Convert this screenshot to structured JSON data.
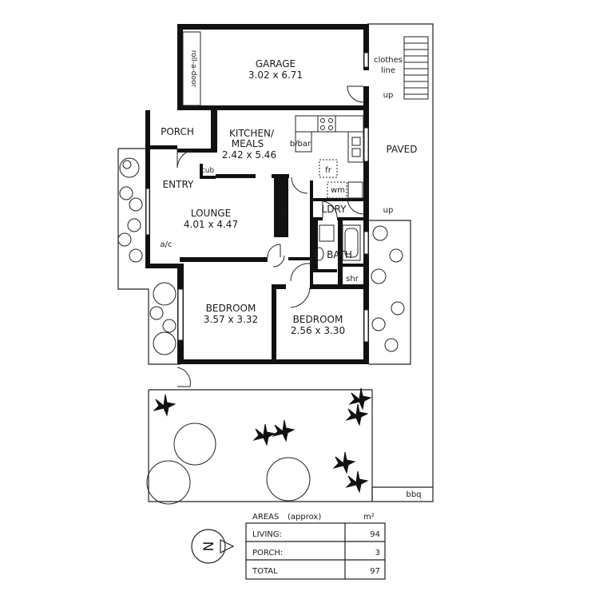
{
  "rooms": {
    "garage": {
      "name": "GARAGE",
      "dims": "3.02 x 6.71"
    },
    "kitchen": {
      "name_line1": "KITCHEN/",
      "name_line2": "MEALS",
      "dims": "2.42 x 5.46"
    },
    "lounge": {
      "name": "LOUNGE",
      "dims": "4.01 x 4.47"
    },
    "bedroom1": {
      "name": "BEDROOM",
      "dims": "3.57 x 3.32"
    },
    "bedroom2": {
      "name": "BEDROOM",
      "dims": "2.56 x 3.30"
    },
    "porch": {
      "name": "PORCH"
    },
    "entry": {
      "name": "ENTRY"
    },
    "ldry": {
      "name": "LDRY"
    },
    "bath": {
      "name": "BATH"
    },
    "shr": {
      "name": "shr"
    }
  },
  "fixtures": {
    "roll_door": "roll-a-door",
    "clothes_line_1": "clothes",
    "clothes_line_2": "line",
    "paved": "PAVED",
    "bbq": "bbq",
    "bbar": "b/bar",
    "fr": "fr",
    "wm": "wm",
    "cub1": "cub",
    "cub2": "cub",
    "ac": "a/c",
    "up1": "up",
    "up2": "up"
  },
  "areas": {
    "title": "AREAS",
    "title_note": "(approx)",
    "unit": "m²",
    "rows": [
      {
        "label": "LIVING:",
        "value": "94"
      },
      {
        "label": "PORCH:",
        "value": "3"
      },
      {
        "label": "TOTAL",
        "value": "97"
      }
    ]
  },
  "compass": {
    "letter": "N"
  }
}
